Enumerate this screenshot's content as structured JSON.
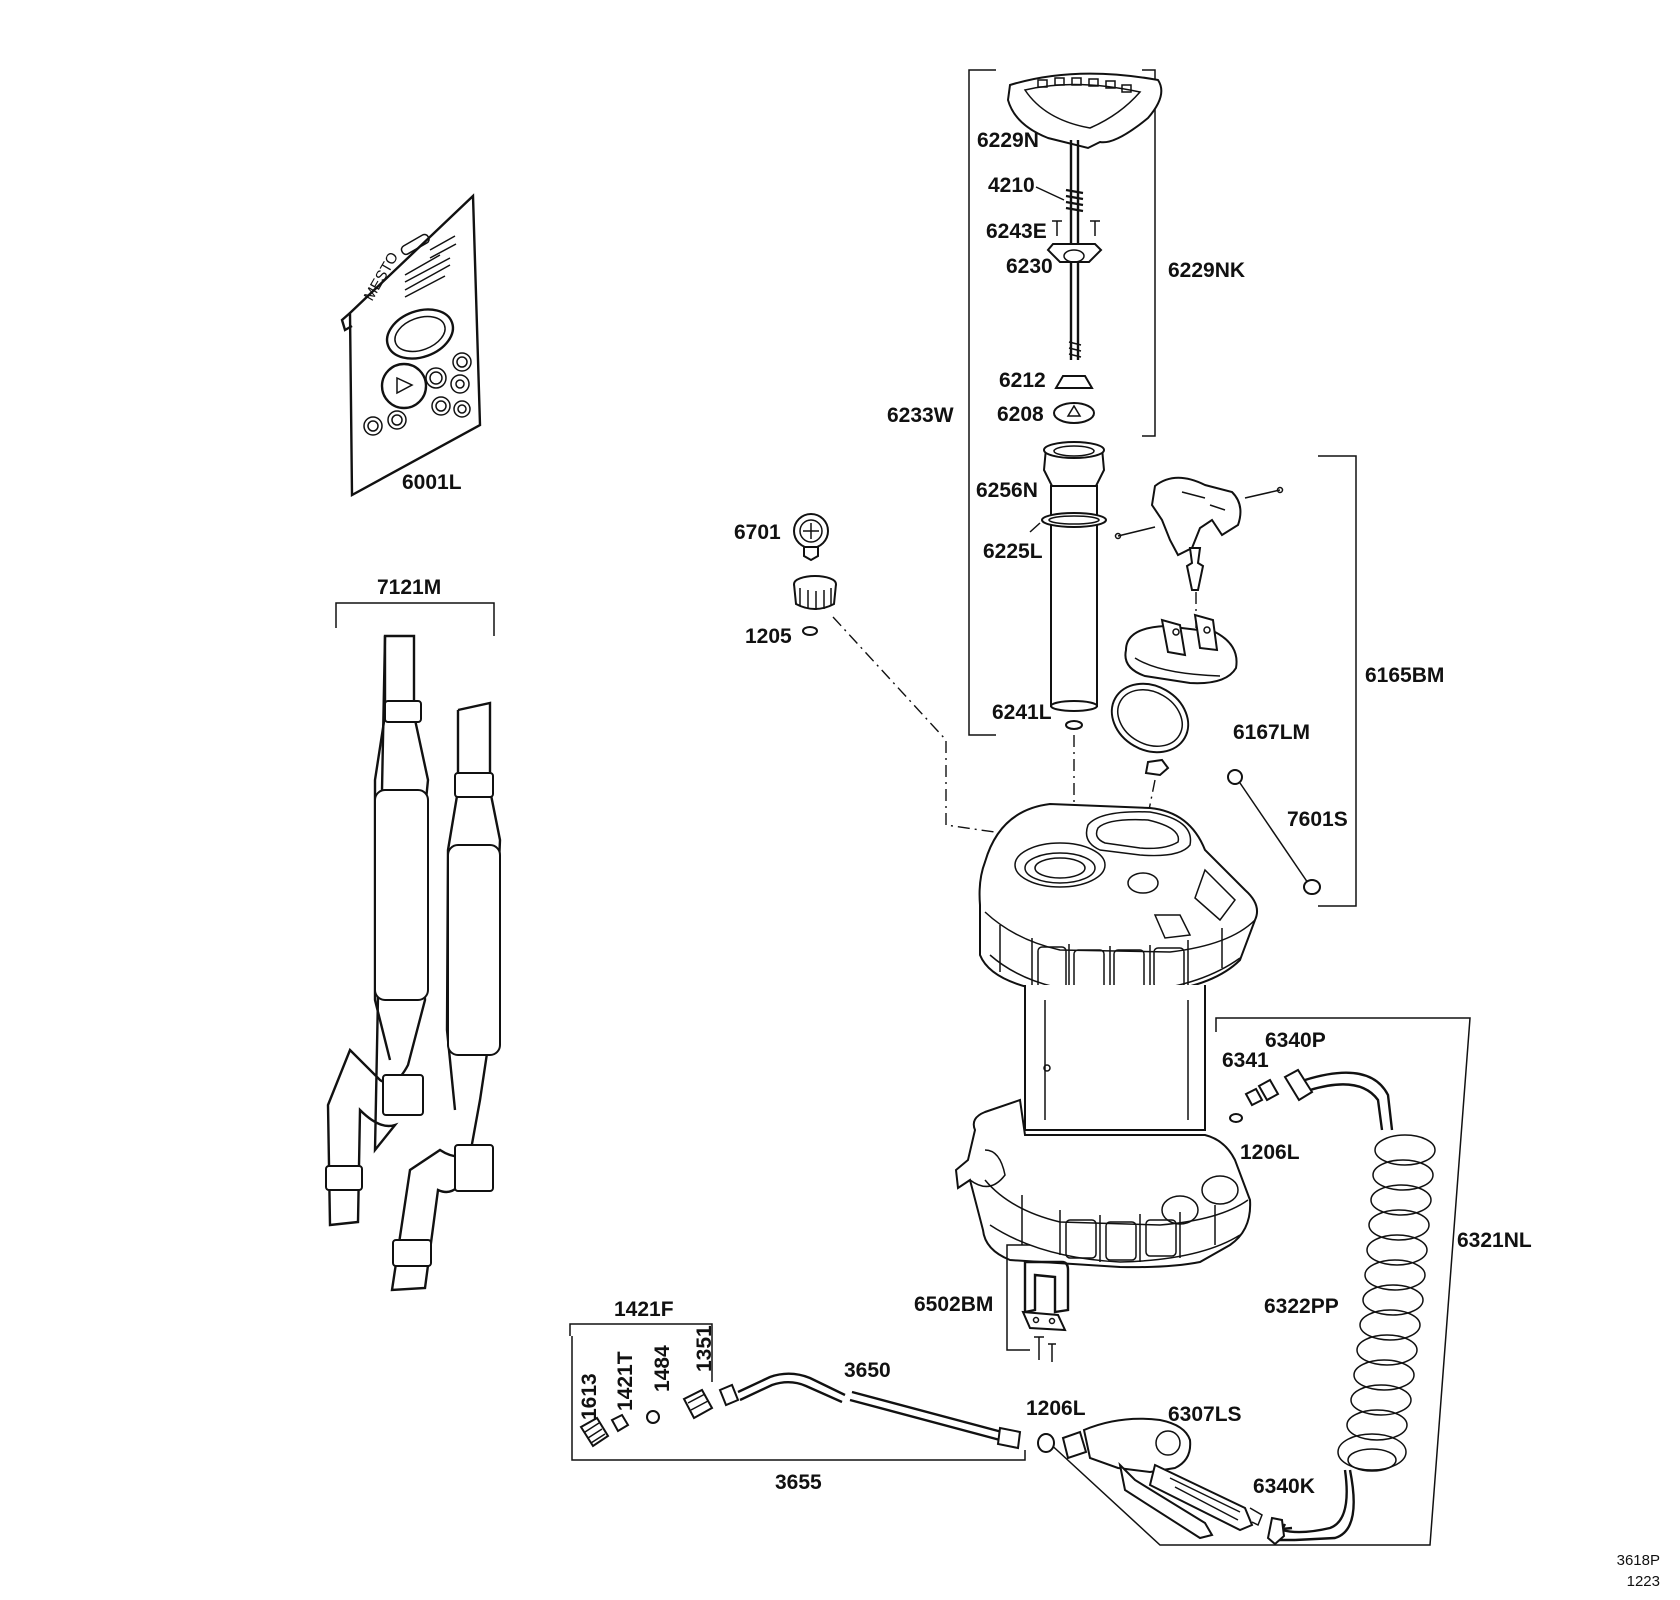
{
  "parts": {
    "p6001L": "6001L",
    "p7121M": "7121M",
    "p6229N": "6229N",
    "p4210": "4210",
    "p6243E": "6243E",
    "p6230": "6230",
    "p6229NK": "6229NK",
    "p6212": "6212",
    "p6208": "6208",
    "p6233W": "6233W",
    "p6256N": "6256N",
    "p6225L": "6225L",
    "p6241L": "6241L",
    "p6701": "6701",
    "p1205": "1205",
    "p6165BM": "6165BM",
    "p6167LM": "6167LM",
    "p7601S": "7601S",
    "p6340P": "6340P",
    "p6341": "6341",
    "p1206L_top": "1206L",
    "p6321NL": "6321NL",
    "p6322PP": "6322PP",
    "p6502BM": "6502BM",
    "p1421F": "1421F",
    "p1613": "1613",
    "p1421T": "1421T",
    "p1484": "1484",
    "p1351": "1351",
    "p3650": "3650",
    "p1206L_bottom": "1206L",
    "p6307LS": "6307LS",
    "p3655": "3655",
    "p6340K": "6340K"
  },
  "kit_card": {
    "brand": "MESTO"
  },
  "footer": {
    "drawing_no": "3618P",
    "date_code": "1223"
  }
}
